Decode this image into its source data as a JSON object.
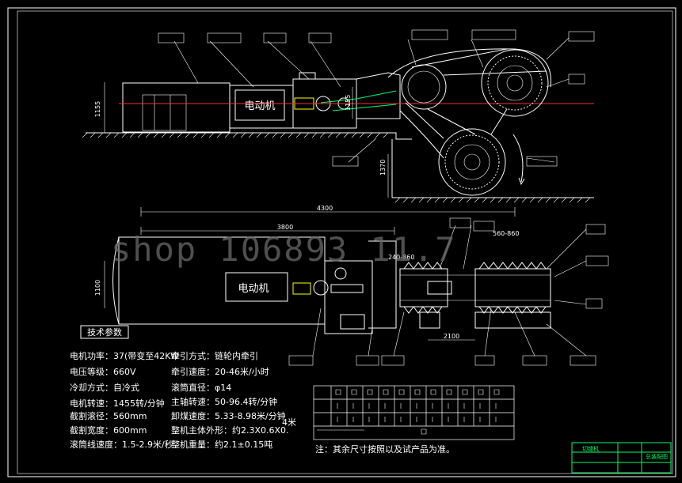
{
  "side_view": {
    "motor_label": "电动机",
    "dim_length": "4300",
    "dim_height": "1155",
    "dim_drop": "1155",
    "dim_lift": "1370"
  },
  "top_view": {
    "motor_label": "电动机",
    "dim_length": "3800",
    "dim_width": "1100",
    "dim_gap": "240-860",
    "dim_slot": "560-860",
    "dim_bottom": "2100"
  },
  "watermark": "shop 106893 11.7",
  "specs": {
    "title": "技术参数",
    "left": [
      "电机功率：37(带变至42KW",
      "电压等级：660V",
      "冷却方式：自冷式",
      "电机转速：1455转/分钟",
      "截割滚径：560mm",
      "截割宽度：600mm",
      "滚筒线速度：1.5-2.9米/秒"
    ],
    "right": [
      "牵引方式：链轮内牵引",
      "牵引速度：20-46米/小时",
      "滚筒直径：φ14",
      "主轴转速：50-96.4转/分钟",
      "卸煤速度：5.33-8.98米/分钟",
      "整机主体外形：约2.3X0.6X0.",
      "整机重量：约2.1±0.15吨"
    ],
    "suffix": "4米"
  },
  "table": {
    "note": "注：其余尺寸按照以及试产品为准。"
  },
  "title_block": {
    "name": "切缝机",
    "drawing_name": "总装配图"
  }
}
